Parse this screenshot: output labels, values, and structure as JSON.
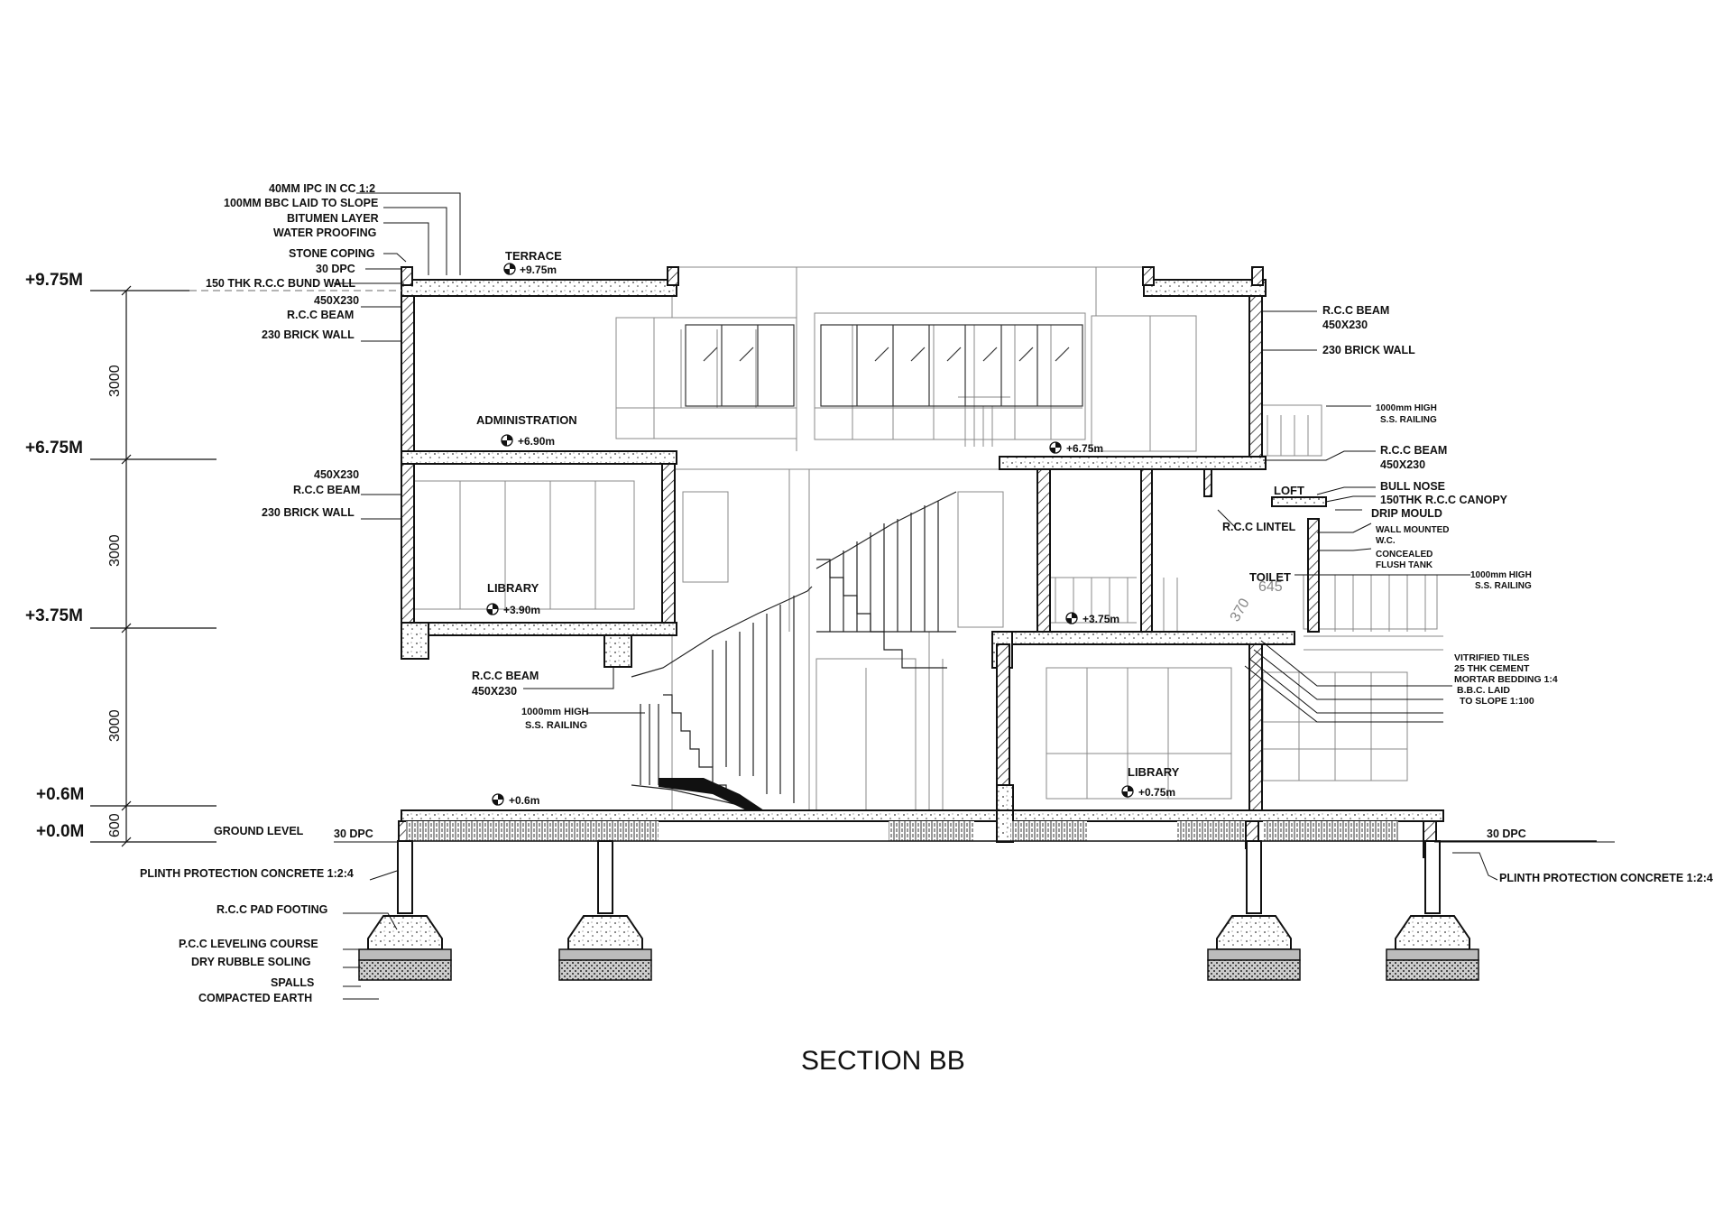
{
  "drawing": {
    "title": "SECTION BB",
    "levels": [
      "+9.75M",
      "+6.75M",
      "+3.75M",
      "+0.6M",
      "+0.0M"
    ],
    "dimensions": [
      "3000",
      "3000",
      "3000",
      "600"
    ],
    "rooms": {
      "terrace": "TERRACE",
      "administration": "ADMINISTRATION",
      "library_upper": "LIBRARY",
      "toilet": "TOILET",
      "library_lower": "LIBRARY",
      "loft": "LOFT"
    },
    "spot_levels": {
      "terrace": "+9.75m",
      "administration": "+6.90m",
      "library_upper": "+3.90m",
      "ground": "+0.6m",
      "right_upper": "+6.75m",
      "right_mid": "+3.75m",
      "library_lower": "+0.75m"
    },
    "left_notes": {
      "ipc": "40MM IPC IN CC 1:2",
      "bbc": "100MM BBC LAID TO SLOPE",
      "bitumen": "BITUMEN LAYER",
      "waterproofing": "WATER PROOFING",
      "coping": "STONE COPING",
      "dpc_top": "30 DPC",
      "bund": "150 THK R.C.C BUND WALL",
      "beam1_size": "450X230",
      "beam1": "R.C.C BEAM",
      "brick1": "230 BRICK WALL",
      "beam2_size": "450X230",
      "beam2": "R.C.C BEAM",
      "brick2": "230 BRICK WALL",
      "beam3": "R.C.C BEAM",
      "beam3_size": "450X230",
      "railing": "1000mm HIGH",
      "railing2": "S.S. RAILING",
      "ground_level": "GROUND LEVEL",
      "dpc_ground": "30 DPC",
      "plinth": "PLINTH PROTECTION CONCRETE 1:2:4",
      "pad": "R.C.C PAD FOOTING",
      "pcc": "P.C.C LEVELING COURSE",
      "rubble": "DRY RUBBLE SOLING",
      "spalls": "SPALLS",
      "earth": "COMPACTED EARTH"
    },
    "right_notes": {
      "beam1": "R.C.C BEAM",
      "beam1_size": "450X230",
      "brick": "230 BRICK WALL",
      "railing1a": "1000mm HIGH",
      "railing1b": "S.S. RAILING",
      "beam2": "R.C.C BEAM",
      "beam2_size": "450X230",
      "bullnose": "BULL NOSE",
      "canopy": "150THK R.C.C CANOPY",
      "drip": "DRIP MOULD",
      "wc1": "WALL MOUNTED",
      "wc2": "W.C.",
      "tank1": "CONCEALED",
      "tank2": "FLUSH TANK",
      "lintel": "R.C.C LINTEL",
      "railing2a": "1000mm HIGH",
      "railing2b": "S.S. RAILING",
      "tiles": "VITRIFIED TILES",
      "mortar1": "25 THK CEMENT",
      "mortar2": "MORTAR BEDDING 1:4",
      "bbc1": "B.B.C. LAID",
      "bbc2": "TO SLOPE 1:100",
      "dpc": "30 DPC",
      "plinth": "PLINTH PROTECTION CONCRETE 1:2:4",
      "wc_dim1": "645",
      "wc_dim2": "370"
    }
  }
}
